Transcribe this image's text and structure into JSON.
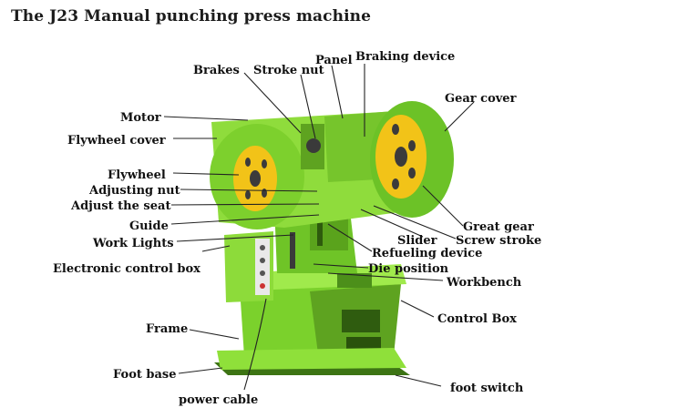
{
  "title": "The J23 Manual punching press machine",
  "colors": {
    "machine_green": "#7bd12c",
    "machine_dark_green": "#4c8f1a",
    "flywheel_yellow": "#f2c318",
    "leader_line": "#222222"
  },
  "labels": {
    "brakes": "Brakes",
    "stroke_nut": "Stroke nut",
    "panel": "Panel",
    "braking_device": "Braking device",
    "gear_cover": "Gear cover",
    "motor": "Motor",
    "flywheel_cover": "Flywheel cover",
    "flywheel": "Flywheel",
    "adjusting_nut": "Adjusting nut",
    "adjust_the_seat": "Adjust the seat",
    "guide": "Guide",
    "work_lights": "Work Lights",
    "electronic_control_box": "Electronic control box",
    "great_gear": "Great gear",
    "screw_stroke": "Screw stroke",
    "slider": "Slider",
    "refueling_device": "Refueling device",
    "die_position": "Die position",
    "workbench": "Workbench",
    "control_box": "Control Box",
    "frame": "Frame",
    "foot_base": "Foot base",
    "foot_switch": "foot switch",
    "power_cable": "power cable"
  }
}
